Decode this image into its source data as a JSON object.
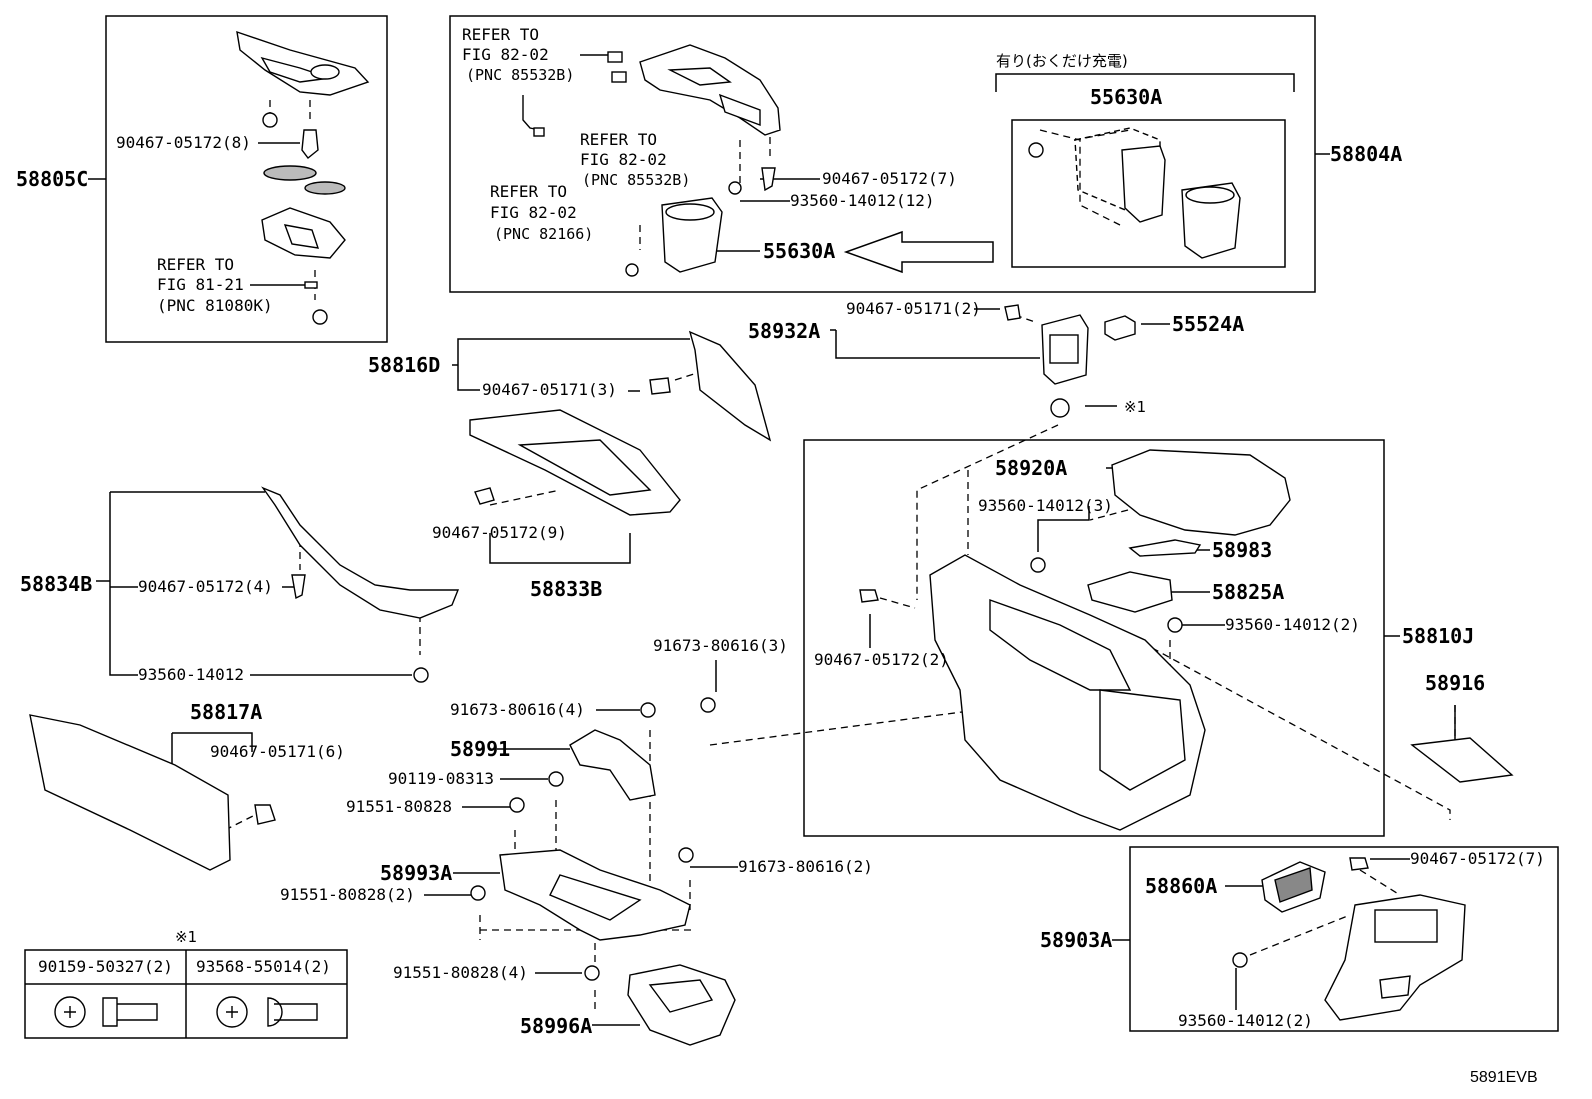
{
  "diagram_code": "5891EVB",
  "mark": "※1",
  "assemblies": {
    "a58805C": "58805C",
    "a58804A": "58804A",
    "a55630A_top": "55630A",
    "a55630A_mid": "55630A",
    "jp_note": "有り(おくだけ充電)",
    "a58932A": "58932A",
    "a55524A": "55524A",
    "a58816D": "58816D",
    "a58833B": "58833B",
    "a58834B": "58834B",
    "a58817A": "58817A",
    "a58991": "58991",
    "a58993A": "58993A",
    "a58996A": "58996A",
    "a58920A": "58920A",
    "a58983": "58983",
    "a58825A": "58825A",
    "a58810J": "58810J",
    "a58916": "58916",
    "a58860A": "58860A",
    "a58903A": "58903A"
  },
  "parts": {
    "p1": "90467-05172(8)",
    "p2": "90467-05172(7)",
    "p3": "93560-14012(12)",
    "p4": "90467-05171(2)",
    "p5": "90467-05171(3)",
    "p6": "90467-05172(9)",
    "p7": "90467-05172(4)",
    "p8": "93560-14012",
    "p9": "90467-05171(6)",
    "p10": "91673-80616(3)",
    "p11": "91673-80616(4)",
    "p12": "90119-08313",
    "p13": "91551-80828",
    "p14": "91673-80616(2)",
    "p15": "91551-80828(2)",
    "p16": "91551-80828(4)",
    "p17": "93560-14012(3)",
    "p18": "93560-14012(2)",
    "p19": "90467-05172(2)",
    "p20": "90467-05172(7)",
    "p21": "93560-14012(2)"
  },
  "refs": {
    "r1": [
      "REFER TO",
      "FIG 82-02",
      "(PNC 85532B)"
    ],
    "r2": [
      "REFER TO",
      "FIG 82-02",
      "(PNC 85532B)"
    ],
    "r3": [
      "REFER TO",
      "FIG 82-02",
      "(PNC 82166)"
    ],
    "r4": [
      "REFER TO",
      "FIG 81-21",
      "(PNC 81080K)"
    ]
  },
  "legend": {
    "mark": "※1",
    "col1": "90159-50327(2)",
    "col2": "93568-55014(2)"
  }
}
